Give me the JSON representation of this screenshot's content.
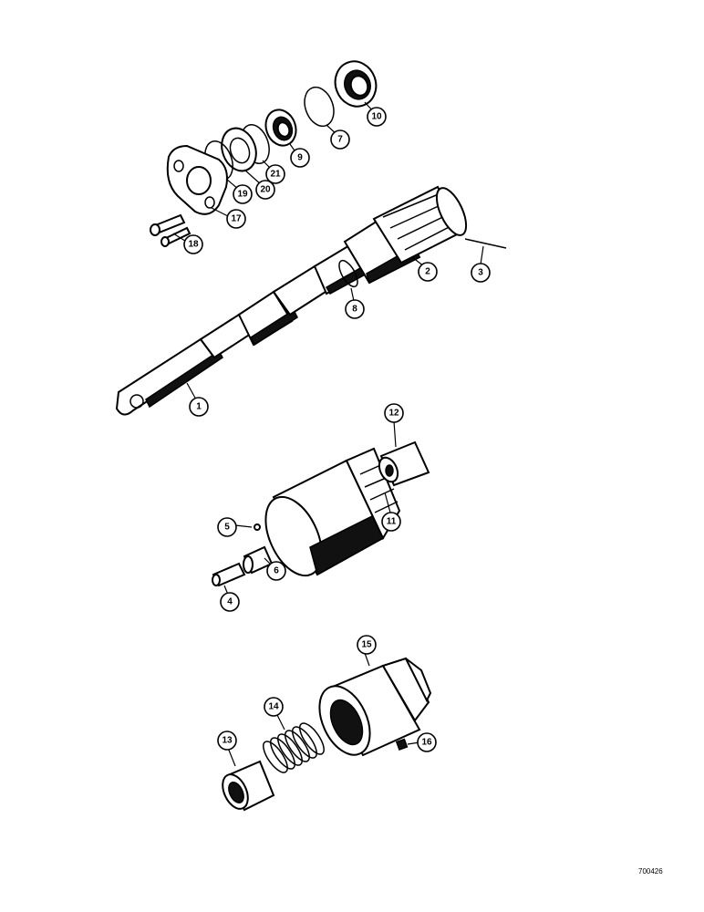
{
  "figure_number": "700426",
  "callouts": [
    {
      "id": "c10",
      "label": "10"
    },
    {
      "id": "c7",
      "label": "7"
    },
    {
      "id": "c9",
      "label": "9"
    },
    {
      "id": "c21",
      "label": "21"
    },
    {
      "id": "c20",
      "label": "20"
    },
    {
      "id": "c19",
      "label": "19"
    },
    {
      "id": "c17",
      "label": "17"
    },
    {
      "id": "c18",
      "label": "18"
    },
    {
      "id": "c2",
      "label": "2"
    },
    {
      "id": "c3",
      "label": "3"
    },
    {
      "id": "c8",
      "label": "8"
    },
    {
      "id": "c1",
      "label": "1"
    },
    {
      "id": "c12",
      "label": "12"
    },
    {
      "id": "c11",
      "label": "11"
    },
    {
      "id": "c5",
      "label": "5"
    },
    {
      "id": "c6",
      "label": "6"
    },
    {
      "id": "c4",
      "label": "4"
    },
    {
      "id": "c15",
      "label": "15"
    },
    {
      "id": "c14",
      "label": "14"
    },
    {
      "id": "c13",
      "label": "13"
    },
    {
      "id": "c16",
      "label": "16"
    }
  ]
}
